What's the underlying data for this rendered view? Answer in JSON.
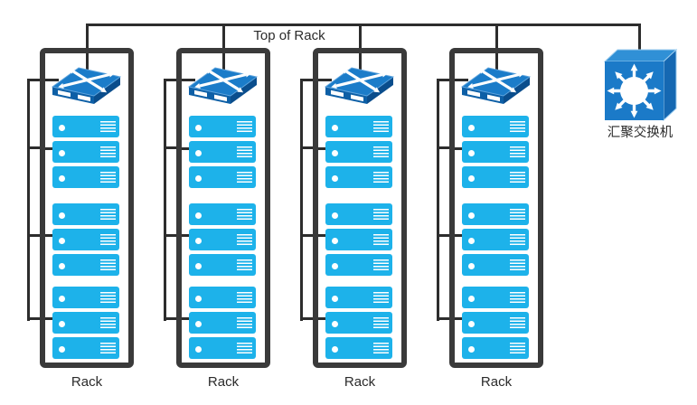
{
  "diagram": {
    "type": "network-topology",
    "top_of_rack_label": "Top of Rack",
    "racks": [
      {
        "label": "Rack",
        "switch": "top-of-rack-switch",
        "server_count": 9,
        "server_groups": 3
      },
      {
        "label": "Rack",
        "switch": "top-of-rack-switch",
        "server_count": 9,
        "server_groups": 3
      },
      {
        "label": "Rack",
        "switch": "top-of-rack-switch",
        "server_count": 9,
        "server_groups": 3
      },
      {
        "label": "Rack",
        "switch": "top-of-rack-switch",
        "server_count": 9,
        "server_groups": 3
      }
    ],
    "aggregation_switch": {
      "label": "汇聚交换机"
    },
    "icons": {
      "tor_switch": "isometric-switch-with-crossing-arrows",
      "aggregation_switch": "blue-cube-with-radiating-arrows",
      "server_led": "white-dot",
      "server_vents": "horizontal-grille-lines"
    },
    "colors": {
      "server_fill": "#1db2ea",
      "switch_top": "#1b7cc9",
      "switch_front": "#0d5fa6",
      "cube_front": "#1b7ac8",
      "connector_line": "#2d2d2d",
      "rack_border": "#3a3a3a",
      "text": "#2b2b2b"
    }
  }
}
